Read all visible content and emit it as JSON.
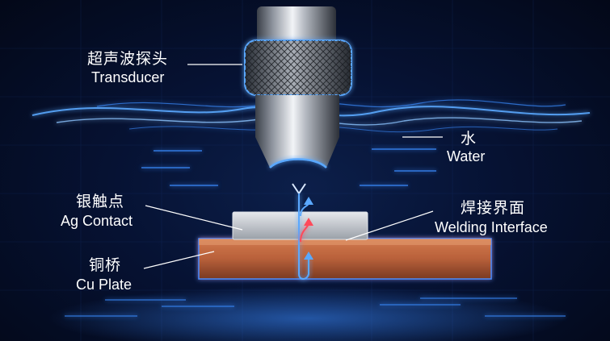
{
  "labels": {
    "transducer": {
      "zh": "超声波探头",
      "en": "Transducer"
    },
    "water": {
      "zh": "水",
      "en": "Water"
    },
    "ag_contact": {
      "zh": "银触点",
      "en": "Ag Contact"
    },
    "welding_interface": {
      "zh": "焊接界面",
      "en": "Welding Interface"
    },
    "cu_plate": {
      "zh": "铜桥",
      "en": "Cu Plate"
    }
  },
  "colors": {
    "background": "#050b1f",
    "glow_blue": "#3b8cff",
    "copper": "#b8603a",
    "silver": "#c9ccd2",
    "arrow_red": "#ff4a5a"
  }
}
